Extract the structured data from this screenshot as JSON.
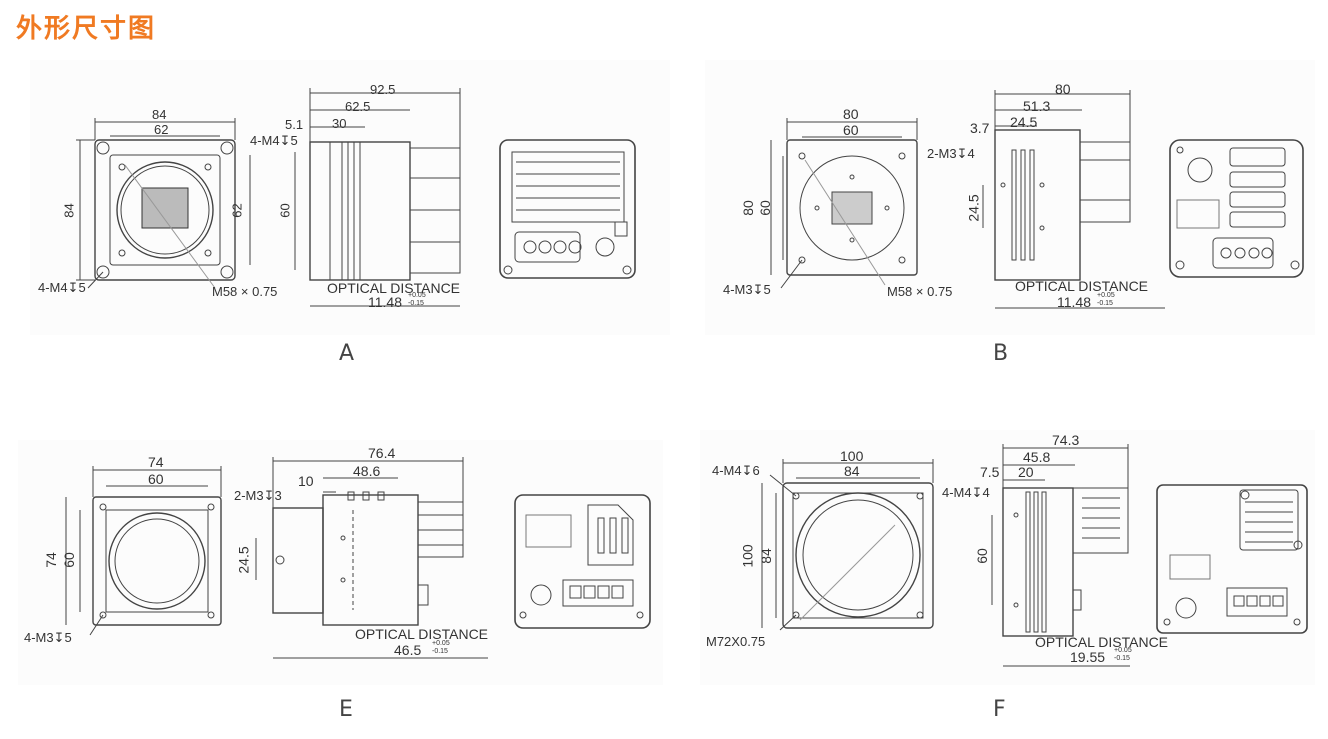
{
  "title": "外形尺寸图",
  "views": {
    "A": {
      "label": "A",
      "front": {
        "width": "84",
        "inner_width": "62",
        "height": "84",
        "inner_height": "62",
        "hole_note": "4-M4↧5",
        "mount": "M58 × 0.75"
      },
      "side": {
        "total": "92.5",
        "d1": "62.5",
        "d2": "30",
        "d3": "5.1",
        "hole_note": "4-M4↧5",
        "height": "60",
        "optical": "OPTICAL DISTANCE",
        "optical_value": "11.48",
        "tol_plus": "+0.05",
        "tol_minus": "-0.15"
      }
    },
    "B": {
      "label": "B",
      "front": {
        "width": "80",
        "inner_width": "60",
        "height": "80",
        "inner_height": "60",
        "hole_note": "4-M3↧5",
        "mount": "M58 × 0.75"
      },
      "side": {
        "total": "80",
        "d1": "51.3",
        "d2": "24.5",
        "d3": "3.7",
        "hole_note": "2-M3↧4",
        "height": "24.5",
        "optical": "OPTICAL DISTANCE",
        "optical_value": "11.48",
        "tol_plus": "+0.05",
        "tol_minus": "-0.15"
      }
    },
    "E": {
      "label": "E",
      "front": {
        "width": "74",
        "inner_width": "60",
        "height": "74",
        "inner_height": "60",
        "hole_note": "4-M3↧5"
      },
      "side": {
        "total": "76.4",
        "d1": "48.6",
        "d3": "10",
        "hole_note": "2-M3↧3",
        "height": "24.5",
        "optical": "OPTICAL DISTANCE",
        "optical_value": "46.5",
        "tol_plus": "+0.05",
        "tol_minus": "-0.15"
      }
    },
    "F": {
      "label": "F",
      "front": {
        "width": "100",
        "inner_width": "84",
        "height": "100",
        "inner_height": "84",
        "hole_note": "4-M4↧6",
        "mount": "M72X0.75"
      },
      "side": {
        "total": "74.3",
        "d1": "45.8",
        "d2": "20",
        "d3": "7.5",
        "hole_note": "4-M4↧4",
        "height": "60",
        "optical": "OPTICAL DISTANCE",
        "optical_value": "19.55",
        "tol_plus": "+0.05",
        "tol_minus": "-0.15"
      }
    }
  }
}
